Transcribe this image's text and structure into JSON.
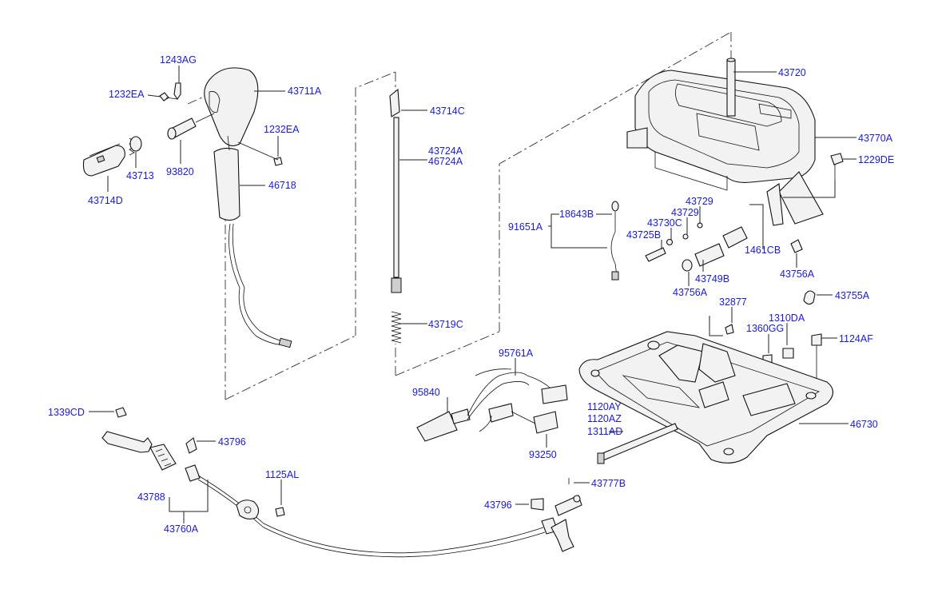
{
  "diagram": {
    "labels": [
      "1243AG",
      "1232EA",
      "43711A",
      "43713",
      "43714D",
      "93820",
      "1232EA",
      "46718",
      "43714C",
      "43724A",
      "46724A",
      "43719C",
      "43720",
      "43770A",
      "1229DE",
      "18643B",
      "91651A",
      "43729",
      "43729",
      "43730C",
      "43725B",
      "1461CB",
      "43749B",
      "43756A",
      "43756A",
      "43755A",
      "32877",
      "1310DA",
      "1360GG",
      "1124AF",
      "95761A",
      "95840",
      "93250",
      "1120AY",
      "1120AZ",
      "1311AD",
      "46730",
      "1339CD",
      "43796",
      "1125AL",
      "43788",
      "43760A",
      "43777B",
      "43796"
    ]
  }
}
